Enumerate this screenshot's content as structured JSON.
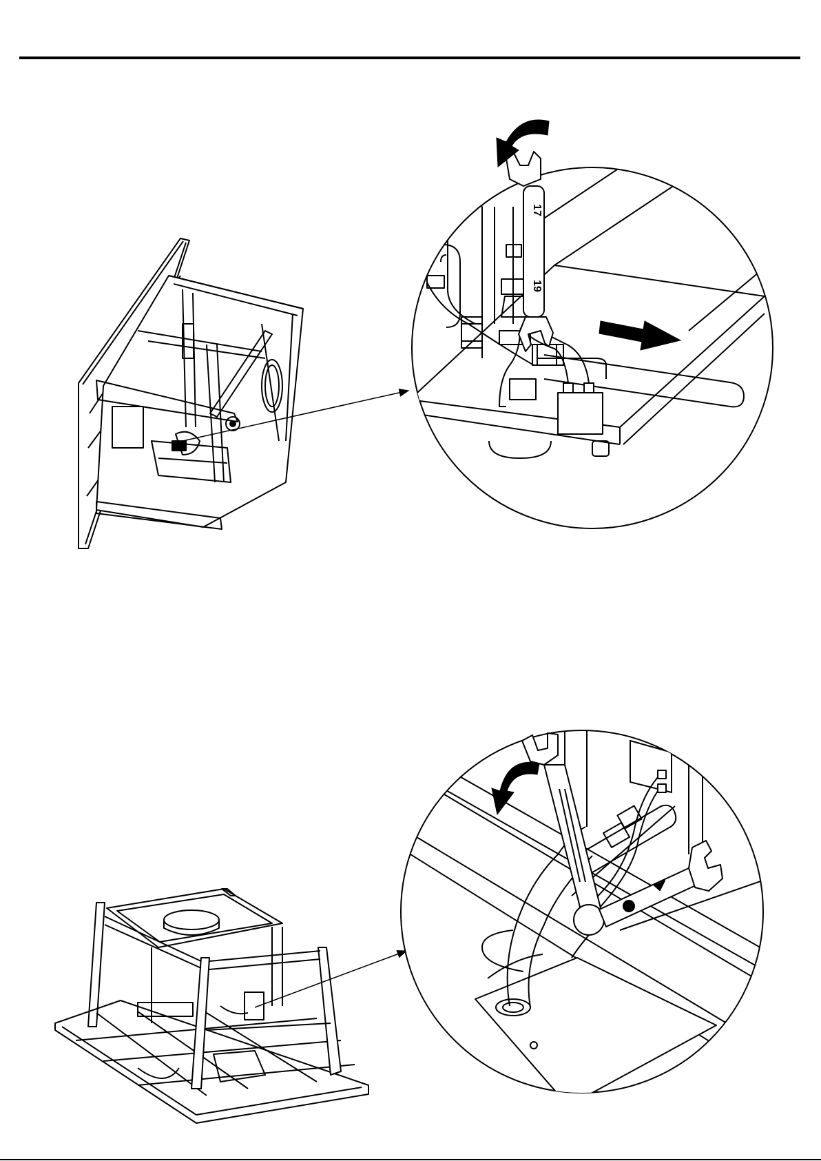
{
  "page": {
    "background": "#ffffff",
    "line_color": "#000000"
  },
  "illustrations": [
    {
      "name": "step-disconnect-drain-side",
      "detail_callout": {
        "wrench_sizes": [
          "17",
          "19"
        ],
        "rotation_arrow": "counter-clockwise",
        "pull_direction": "right"
      }
    },
    {
      "name": "step-disconnect-drain-bottom",
      "detail_callout": {
        "rotation_arrow": "counter-clockwise"
      }
    }
  ]
}
